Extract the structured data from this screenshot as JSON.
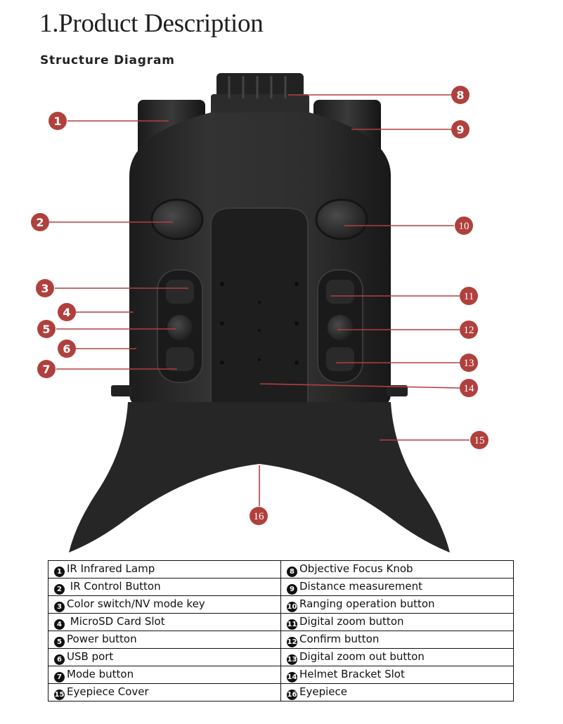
{
  "page_title": "1.Product Description",
  "section_title": "Structure Diagram",
  "colors": {
    "callout": "#b0403d",
    "device_body": "#2b2b2b",
    "device_dark": "#1a1a1a",
    "text": "#111111"
  },
  "callouts": [
    "1",
    "2",
    "3",
    "4",
    "5",
    "6",
    "7",
    "8",
    "9",
    "10",
    "11",
    "12",
    "13",
    "14",
    "15",
    "16"
  ],
  "legend": {
    "rows": [
      {
        "left": {
          "num": "1",
          "label": "IR Infrared Lamp"
        },
        "right": {
          "num": "8",
          "label": "Objective Focus Knob"
        }
      },
      {
        "left": {
          "num": "2",
          "label": " IR Control Button"
        },
        "right": {
          "num": "9",
          "label": "Distance measurement"
        }
      },
      {
        "left": {
          "num": "3",
          "label": "Color switch/NV mode key"
        },
        "right": {
          "num": "10",
          "label": "Ranging operation button"
        }
      },
      {
        "left": {
          "num": "4",
          "label": " MicroSD Card Slot"
        },
        "right": {
          "num": "11",
          "label": "Digital zoom button"
        }
      },
      {
        "left": {
          "num": "5",
          "label": "Power button"
        },
        "right": {
          "num": "12",
          "label": "Confirm button"
        }
      },
      {
        "left": {
          "num": "6",
          "label": "USB port"
        },
        "right": {
          "num": "13",
          "label": "Digital zoom out button"
        }
      },
      {
        "left": {
          "num": "7",
          "label": "Mode button"
        },
        "right": {
          "num": "14",
          "label": "Helmet Bracket Slot"
        }
      },
      {
        "left": {
          "num": "15",
          "label": "Eyepiece Cover"
        },
        "right": {
          "num": "16",
          "label": "Eyepiece"
        }
      }
    ]
  }
}
